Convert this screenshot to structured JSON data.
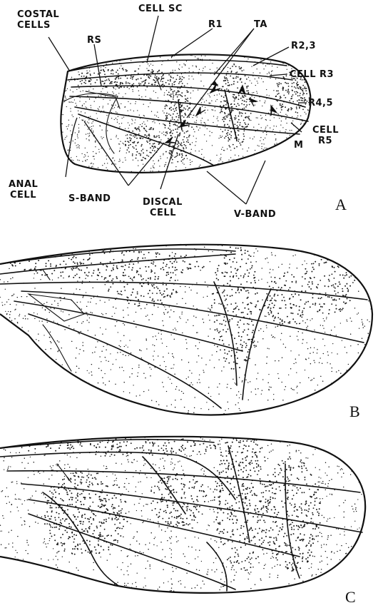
{
  "panels": [
    {
      "letter": "A",
      "labels": {
        "costal_cells": [
          "COSTAL",
          "CELLS"
        ],
        "cell_sc": "CELL SC",
        "r1": "R1",
        "ta": "TA",
        "rs": "RS",
        "r23": "R2,3",
        "cell_r3": "CELL R3",
        "r45": "R4,5",
        "cell_r5": [
          "CELL",
          "R5"
        ],
        "m": "M",
        "anal_cell": [
          "ANAL",
          "CELL"
        ],
        "s_band": "S-BAND",
        "discal_cell": [
          "DISCAL",
          "CELL"
        ],
        "v_band": "V-BAND"
      }
    },
    {
      "letter": "B"
    },
    {
      "letter": "C"
    }
  ],
  "colors": {
    "ink": "#111111",
    "paper": "#ffffff",
    "stipple": "#1a1a1a"
  }
}
